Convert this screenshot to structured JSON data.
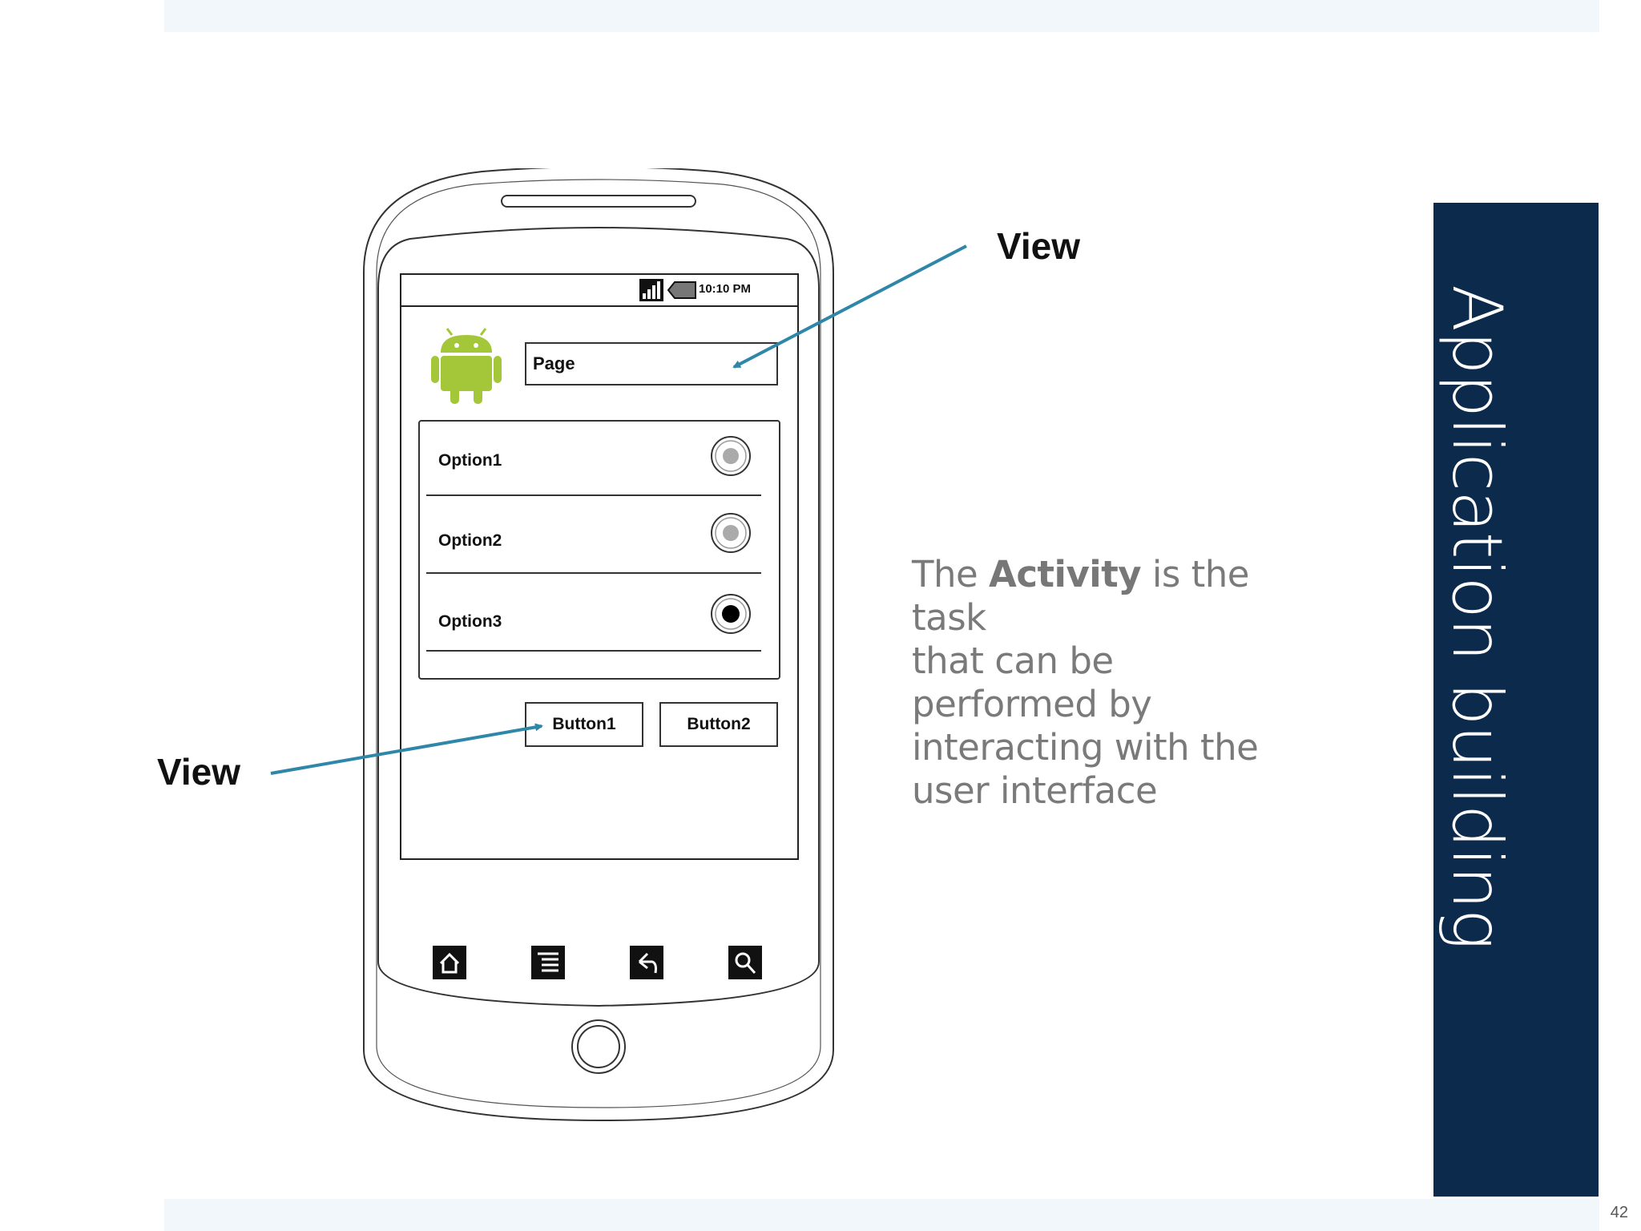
{
  "slide": {
    "title_line1": "Application building",
    "title_line2": "blocks: UI components",
    "page_number": "42",
    "callout_top": "View",
    "callout_left": "View",
    "body": {
      "prefix": "The ",
      "emphasis": "Activity",
      "line1_rest": " is the task",
      "line2": "that can be",
      "line3": "performed by",
      "line4": "interacting with the",
      "line5": "user interface"
    }
  },
  "phone": {
    "status_time": "10:10 PM",
    "page_field_text": "Page",
    "options": [
      {
        "label": "Option1",
        "selected": false
      },
      {
        "label": "Option2",
        "selected": false
      },
      {
        "label": "Option3",
        "selected": true
      }
    ],
    "button1": "Button1",
    "button2": "Button2",
    "nav_icons": [
      "home-icon",
      "menu-icon",
      "back-icon",
      "search-icon"
    ]
  },
  "colors": {
    "title_bar": "#0c2b4c",
    "arrow": "#2e86a8",
    "android_green": "#a4c639",
    "band": "#f1f7fa"
  }
}
